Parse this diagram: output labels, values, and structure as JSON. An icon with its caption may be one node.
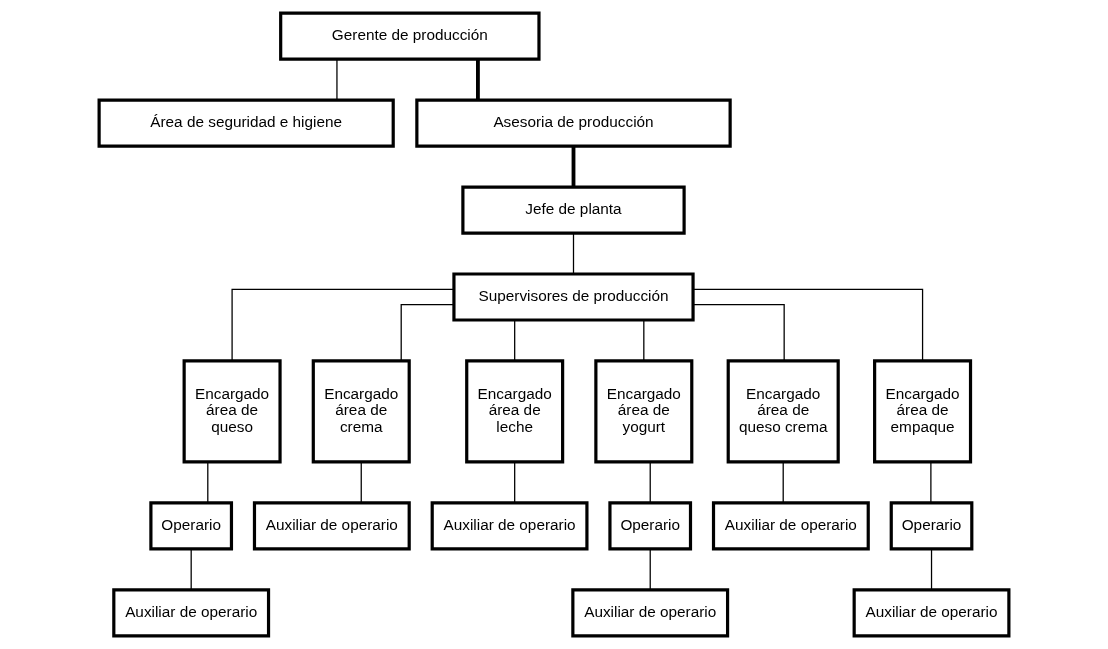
{
  "diagram": {
    "nodes": [
      {
        "text": [
          "Gerente de producción"
        ]
      },
      {
        "text": [
          "Área de seguridad e higiene"
        ]
      },
      {
        "text": [
          "Asesoria de producción"
        ]
      },
      {
        "text": [
          "Jefe de planta"
        ]
      },
      {
        "text": [
          "Supervisores de producción"
        ]
      },
      {
        "text": [
          "Encargado área de queso"
        ]
      },
      {
        "text": [
          "Encargado área de crema"
        ]
      },
      {
        "text": [
          "Encargado área de leche"
        ]
      },
      {
        "text": [
          "Encargado área de yogurt"
        ]
      },
      {
        "text": [
          "Encargado área de queso crema"
        ]
      },
      {
        "text": [
          "Encargado área de empaque"
        ]
      },
      {
        "text": [
          "Operario"
        ]
      },
      {
        "text": [
          "Auxiliar de operario"
        ]
      },
      {
        "text": [
          "Auxiliar de operario"
        ]
      },
      {
        "text": [
          "Operario"
        ]
      },
      {
        "text": [
          "Auxiliar de operario"
        ]
      },
      {
        "text": [
          "Operario"
        ]
      },
      {
        "text": [
          "Auxiliar de operario"
        ]
      },
      {
        "text": [
          "Auxiliar de operario"
        ]
      },
      {
        "text": [
          "Auxiliar de operario"
        ]
      }
    ],
    "edges": [
      {
        "from": 0,
        "to": 1,
        "arrow": "none"
      },
      {
        "from": 0,
        "to": 2,
        "arrow": "none",
        "style": "thick"
      },
      {
        "from": 2,
        "to": 3,
        "arrow": "none",
        "style": "thick"
      },
      {
        "from": 3,
        "to": 4,
        "arrow": "none"
      },
      {
        "from": 4,
        "to": 5,
        "arrow": "none"
      },
      {
        "from": 4,
        "to": 6,
        "arrow": "none"
      },
      {
        "from": 4,
        "to": 7,
        "arrow": "none"
      },
      {
        "from": 4,
        "to": 8,
        "arrow": "none"
      },
      {
        "from": 4,
        "to": 9,
        "arrow": "none"
      },
      {
        "from": 4,
        "to": 10,
        "arrow": "none"
      },
      {
        "from": 5,
        "to": 11,
        "arrow": "none"
      },
      {
        "from": 6,
        "to": 12,
        "arrow": "none"
      },
      {
        "from": 7,
        "to": 13,
        "arrow": "none"
      },
      {
        "from": 8,
        "to": 14,
        "arrow": "none"
      },
      {
        "from": 9,
        "to": 15,
        "arrow": "none"
      },
      {
        "from": 10,
        "to": 16,
        "arrow": "none"
      },
      {
        "from": 11,
        "to": 17,
        "arrow": "none"
      },
      {
        "from": 14,
        "to": 18,
        "arrow": "none"
      },
      {
        "from": 16,
        "to": 19,
        "arrow": "none"
      }
    ]
  }
}
